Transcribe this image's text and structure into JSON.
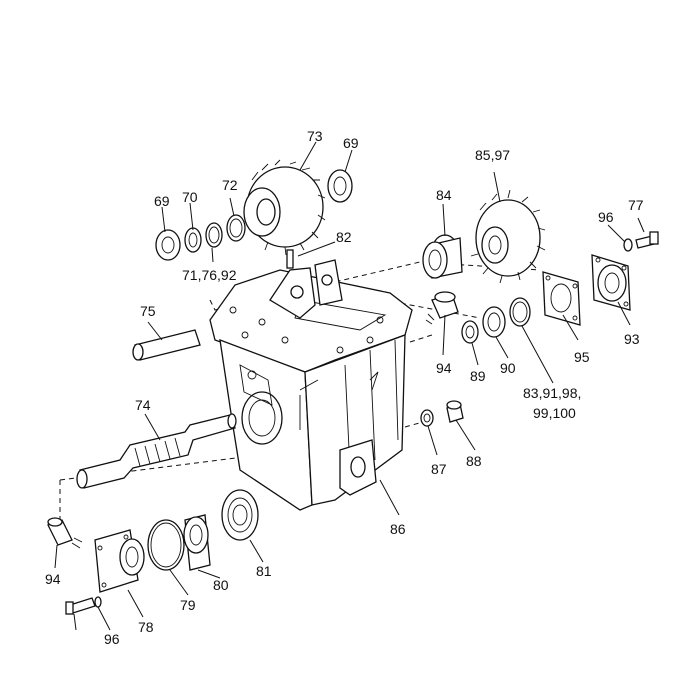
{
  "callouts": {
    "c73": "73",
    "c69a": "69",
    "c85_97": "85,97",
    "c69b": "69",
    "c70": "70",
    "c72": "72",
    "c84": "84",
    "c96a": "96",
    "c77": "77",
    "c82": "82",
    "c71_76_92": "71,76,92",
    "c75": "75",
    "c95": "95",
    "c93": "93",
    "c94a": "94",
    "c89": "89",
    "c90": "90",
    "c83_line1": "83,91,98,",
    "c83_line2": "99,100",
    "c74": "74",
    "c87": "87",
    "c88": "88",
    "c86": "86",
    "c94b": "94",
    "c80": "80",
    "c81": "81",
    "c79": "79",
    "c78": "78",
    "c96b": "96"
  }
}
